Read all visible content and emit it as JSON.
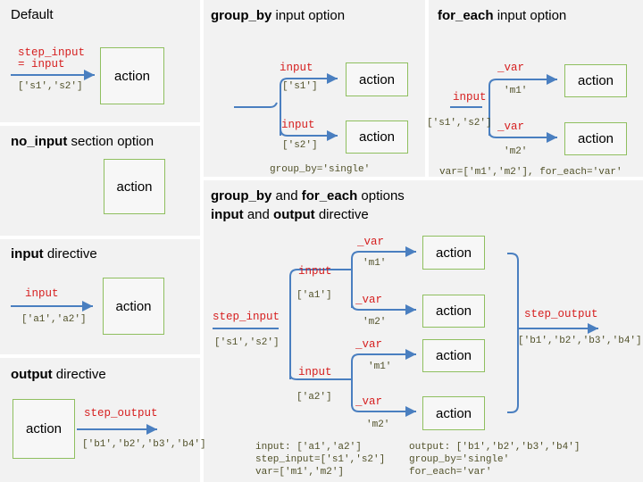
{
  "colors": {
    "arrow": "#4a7fc0",
    "box_border": "#8fbf5f",
    "panel_bg": "#f2f2f2",
    "label_red": "#d62020",
    "mono_text": "#505028"
  },
  "default_panel": {
    "title": "Default",
    "arrow_label_1": "step_input",
    "arrow_label_2": "= input",
    "values": "['s1','s2']",
    "action": "action"
  },
  "no_input_panel": {
    "title_bold": "no_input",
    "title_rest": " section option",
    "action": "action"
  },
  "input_panel": {
    "title_bold": "input",
    "title_rest": " directive",
    "arrow_label": "input",
    "values": "['a1','a2']",
    "action": "action"
  },
  "output_panel": {
    "title_bold": "output",
    "title_rest": " directive",
    "action": "action",
    "arrow_label": "step_output",
    "values": "['b1','b2','b3','b4']"
  },
  "group_by_panel": {
    "title_bold": "group_by",
    "title_rest": " input option",
    "label_top": "input",
    "values_top": "['s1']",
    "label_bottom": "input",
    "values_bottom": "['s2']",
    "action": "action",
    "footer": "group_by='single'"
  },
  "for_each_panel": {
    "title_bold": "for_each",
    "title_rest": " input option",
    "input_label": "input",
    "input_values": "['s1','s2']",
    "var_top": "_var",
    "m_top": "'m1'",
    "var_bottom": "_var",
    "m_bottom": "'m2'",
    "action": "action",
    "footer": "var=['m1','m2'], for_each='var'"
  },
  "combined_panel": {
    "title_line1_bold1": "group_by",
    "title_line1_mid": " and ",
    "title_line1_bold2": "for_each",
    "title_line1_rest": " options",
    "title_line2_bold1": "input",
    "title_line2_mid": " and ",
    "title_line2_bold2": "output",
    "title_line2_rest": " directive",
    "step_input_label": "step_input",
    "step_input_values": "['s1','s2']",
    "input_label": "input",
    "a1_values": "['a1']",
    "a2_values": "['a2']",
    "var_label": "_var",
    "m1": "'m1'",
    "m2": "'m2'",
    "action": "action",
    "step_output_label": "step_output",
    "step_output_values": "['b1','b2','b3','b4']",
    "footer_left": [
      "input: ['a1','a2']",
      "step_input=['s1','s2']",
      "var=['m1','m2']"
    ],
    "footer_right": [
      "output: ['b1','b2','b3','b4']",
      "group_by='single'",
      "for_each='var'"
    ]
  }
}
